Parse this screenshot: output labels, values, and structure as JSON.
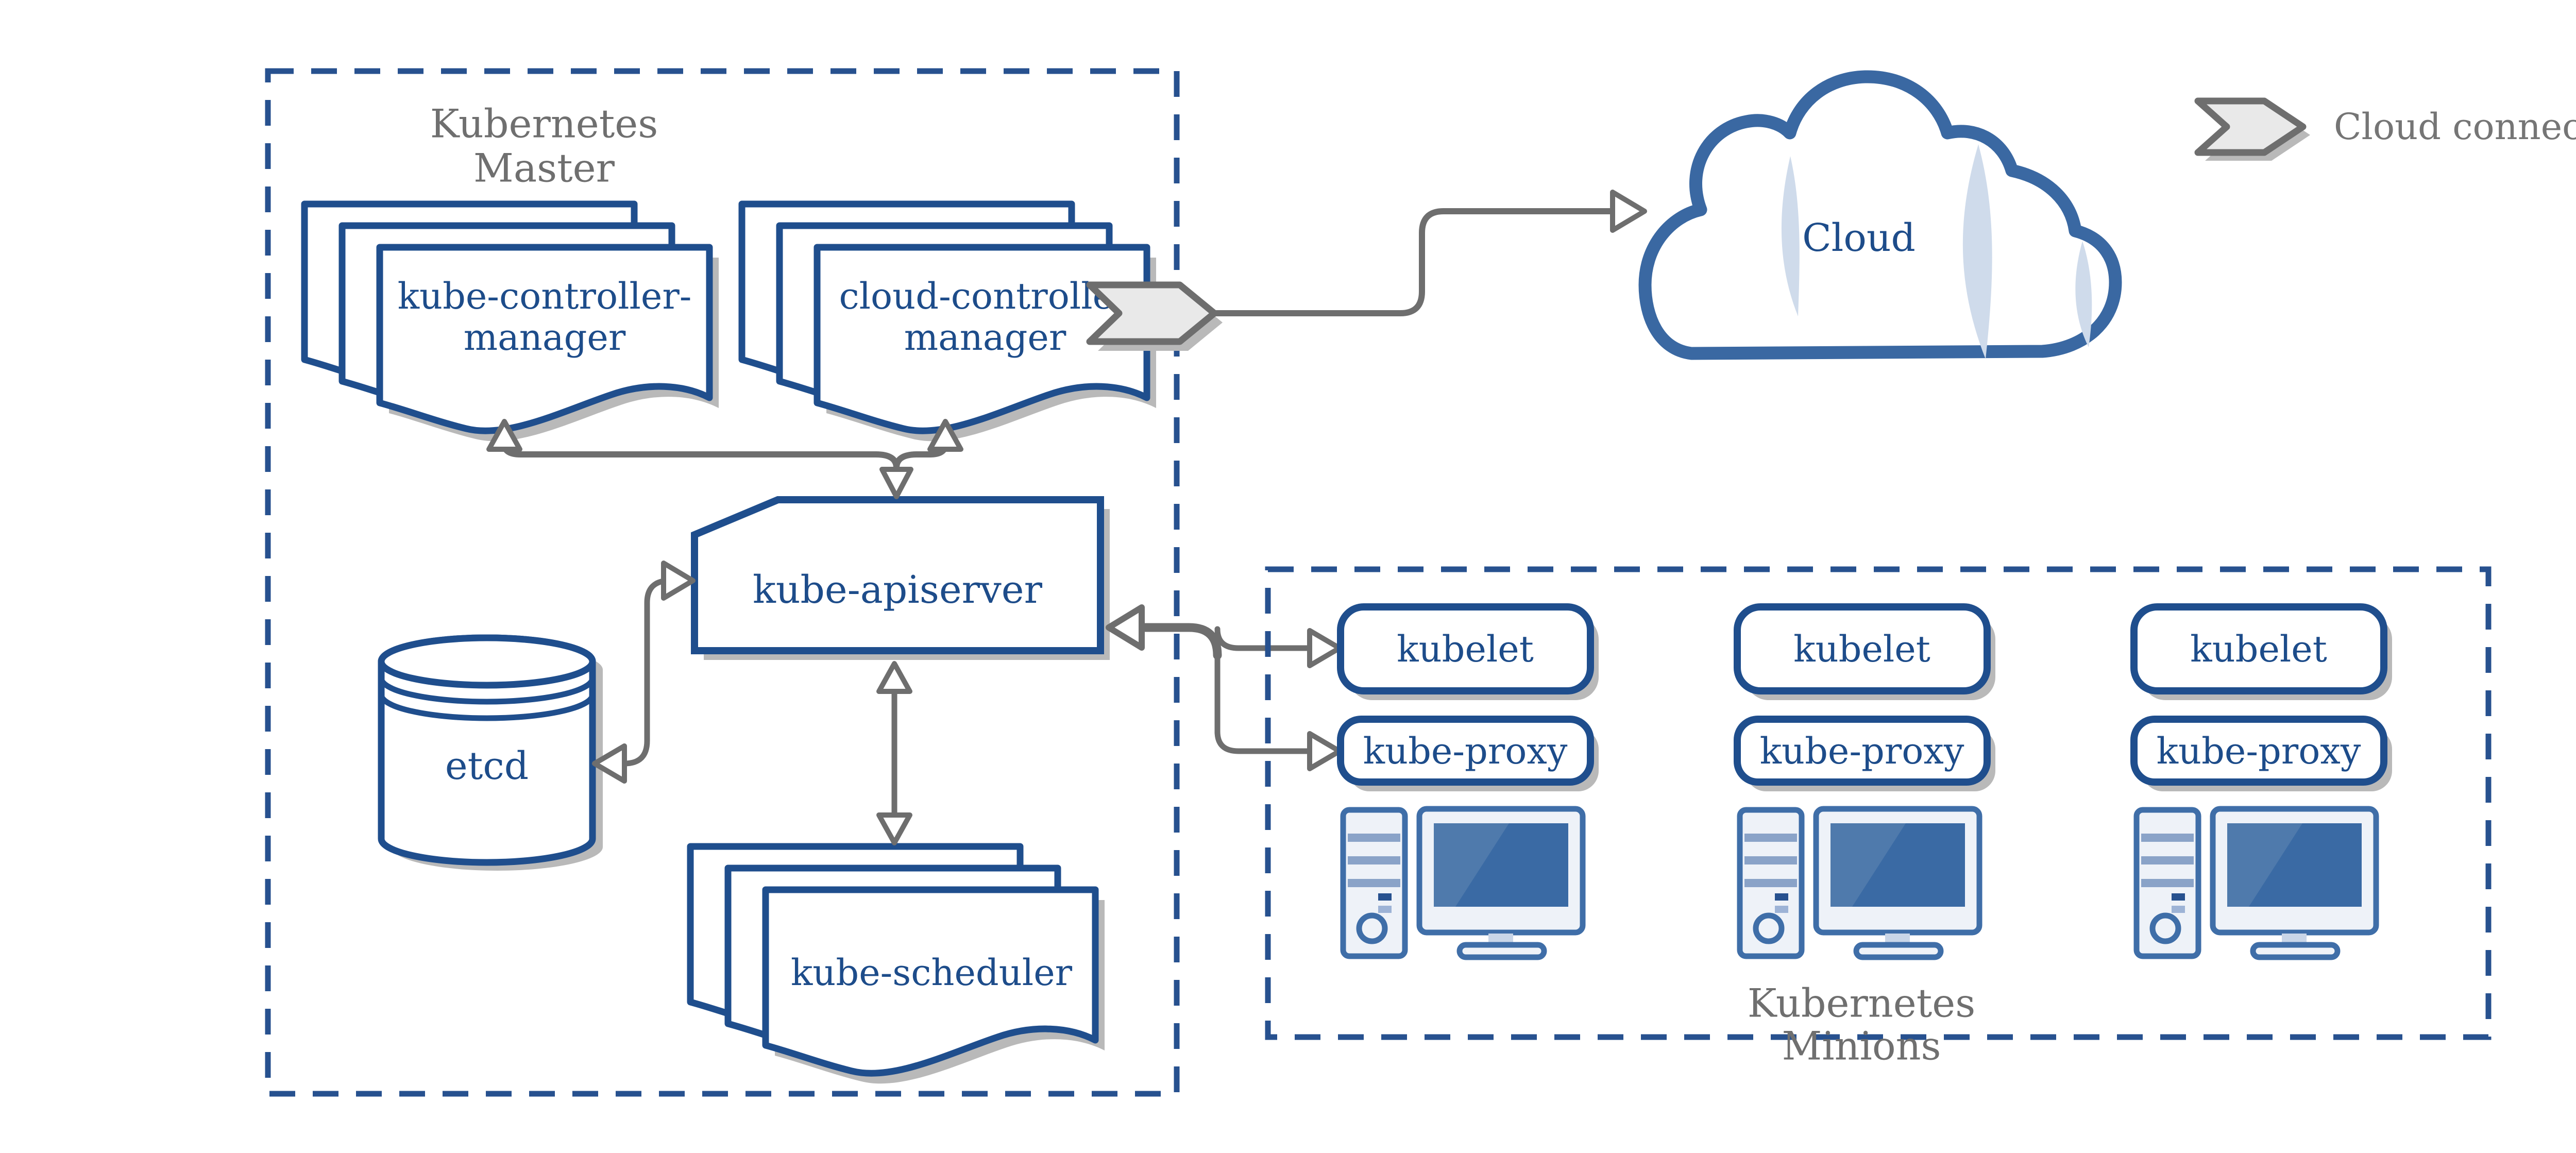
{
  "diagram": {
    "master": {
      "label": [
        "Kubernetes",
        "Master"
      ]
    },
    "minions": {
      "label": [
        "Kubernetes",
        "Minions"
      ]
    },
    "nodes": {
      "kube_controller_manager": [
        "kube-controller-",
        "manager"
      ],
      "cloud_controller_manager": [
        "cloud-controller",
        "manager"
      ],
      "kube_apiserver": "kube-apiserver",
      "etcd": "etcd",
      "kube_scheduler": "kube-scheduler",
      "cloud": "Cloud"
    },
    "minion_columns": [
      {
        "kubelet": "kubelet",
        "kube_proxy": "kube-proxy"
      },
      {
        "kubelet": "kubelet",
        "kube_proxy": "kube-proxy"
      },
      {
        "kubelet": "kubelet",
        "kube_proxy": "kube-proxy"
      }
    ],
    "legend": {
      "cloud_connector": "Cloud connector"
    },
    "colors": {
      "node_border_blue": "#1f4e8d",
      "node_text_blue": "#1d4c8a",
      "dashed_border_blue": "#27518f",
      "icon_blue": "#3f6ea8",
      "screen_blue": "#3a6aa4",
      "light_blue": "#cfdbeb",
      "gray_text": "#6f6f6f",
      "arrow_gray": "#6e6e6e",
      "chevron_fill": "#e9e9e9",
      "shadow_gray": "#b9b9b9",
      "background": "#ffffff"
    }
  }
}
